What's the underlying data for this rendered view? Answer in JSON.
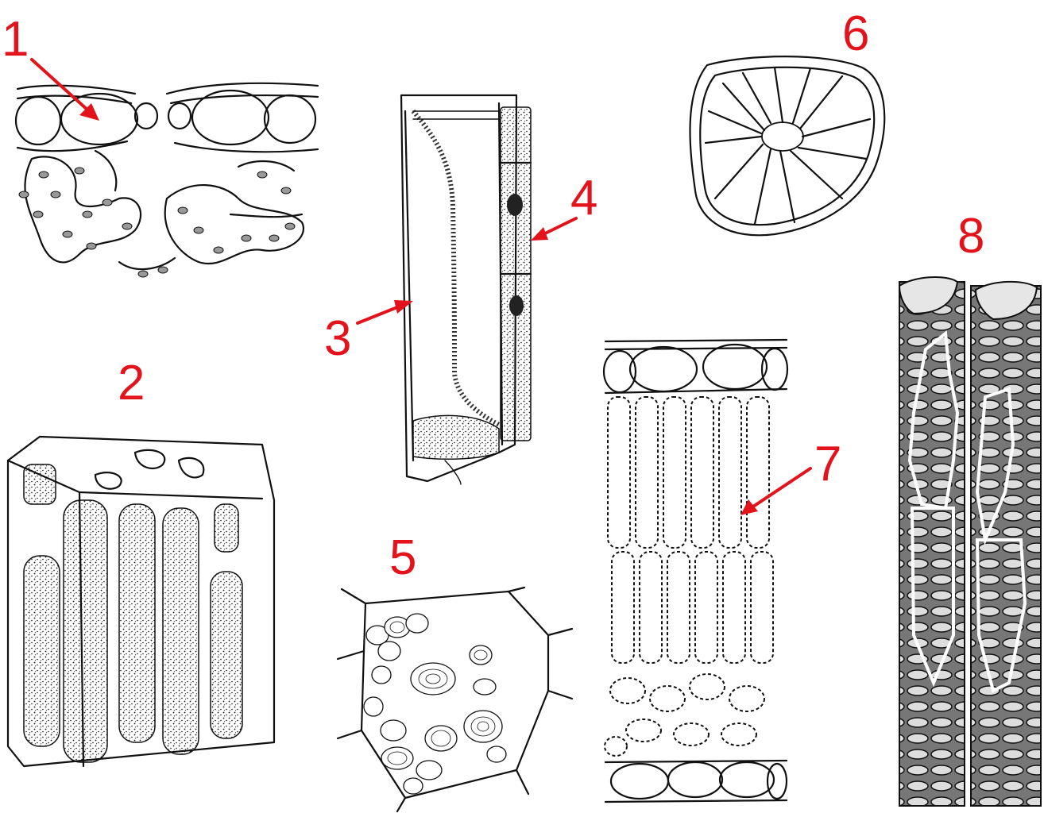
{
  "labels": [
    "1",
    "2",
    "3",
    "4",
    "5",
    "6",
    "7",
    "8"
  ],
  "colors": {
    "label": "#e3131b",
    "ink": "#111111",
    "background": "#ffffff"
  }
}
